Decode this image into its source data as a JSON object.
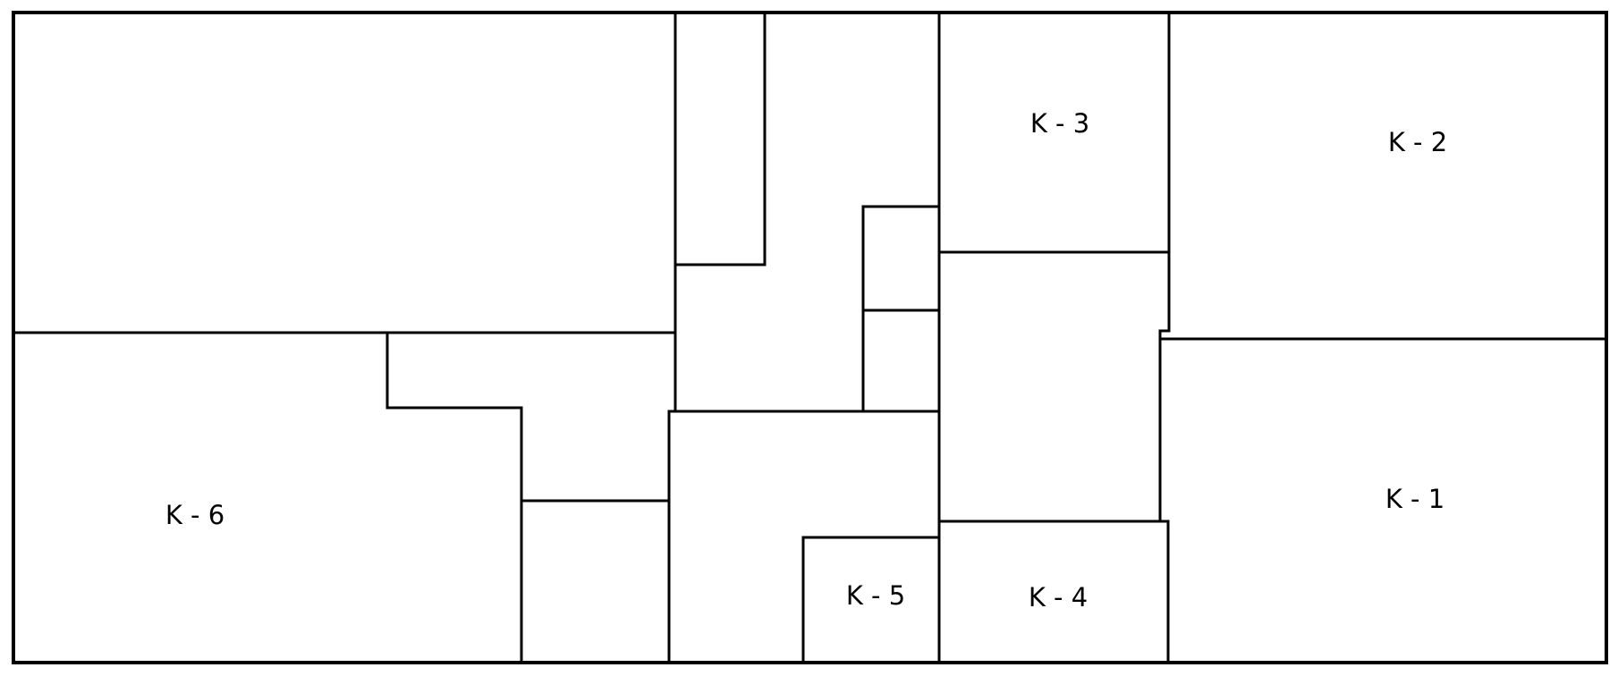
{
  "rooms": {
    "k1": "K - 1",
    "k2": "K - 2",
    "k3": "K - 3",
    "k4": "K - 4",
    "k5": "K - 5",
    "k6": "K - 6"
  }
}
